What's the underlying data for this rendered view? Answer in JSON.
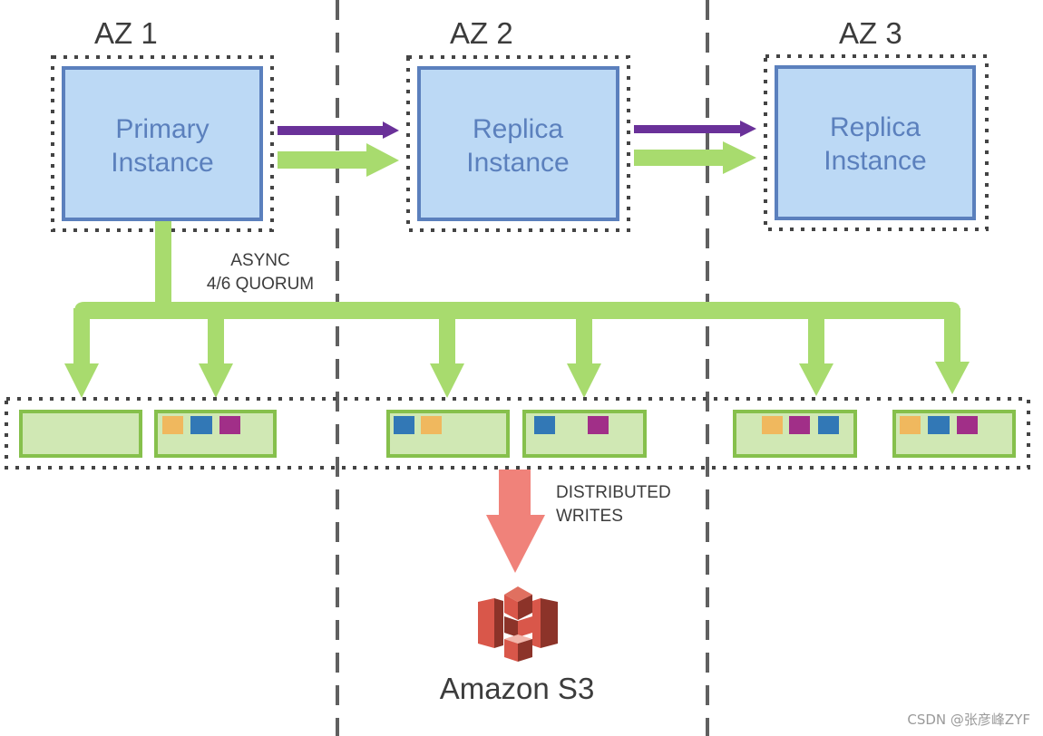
{
  "colors": {
    "instance_fill": "#bcd9f5",
    "instance_border": "#5b80bd",
    "instance_text": "#5b80bd",
    "storage_fill": "#d0e8b4",
    "storage_border": "#86c04c",
    "arrow_green": "#a8db6e",
    "arrow_purple": "#6a3199",
    "arrow_red": "#f0827a",
    "block_orange": "#f0b85e",
    "block_blue": "#3278b6",
    "block_magenta": "#a12f88",
    "divider": "#606060",
    "s3_light": "#d9574a",
    "s3_dark": "#8c3329"
  },
  "zones": [
    {
      "label": "AZ 1",
      "instance": {
        "line1": "Primary",
        "line2": "Instance",
        "role": "primary"
      },
      "storage_nodes": [
        {
          "blocks": []
        },
        {
          "blocks": [
            "orange",
            "blue",
            "magenta"
          ]
        }
      ]
    },
    {
      "label": "AZ 2",
      "instance": {
        "line1": "Replica",
        "line2": "Instance",
        "role": "replica"
      },
      "storage_nodes": [
        {
          "blocks": [
            "blue",
            "orange"
          ]
        },
        {
          "blocks": [
            "blue",
            "",
            "magenta"
          ]
        }
      ]
    },
    {
      "label": "AZ 3",
      "instance": {
        "line1": "Replica",
        "line2": "Instance",
        "role": "replica"
      },
      "storage_nodes": [
        {
          "blocks": [
            "orange",
            "magenta",
            "blue"
          ]
        },
        {
          "blocks": [
            "orange",
            "blue",
            "magenta"
          ]
        }
      ]
    }
  ],
  "captions": {
    "quorum_line1": "ASYNC",
    "quorum_line2": "4/6 QUORUM",
    "writes_line1": "DISTRIBUTED",
    "writes_line2": "WRITES"
  },
  "s3": {
    "label": "Amazon S3",
    "icon": "amazon-s3-bucket-icon"
  },
  "watermark": "CSDN @张彦峰ZYF"
}
